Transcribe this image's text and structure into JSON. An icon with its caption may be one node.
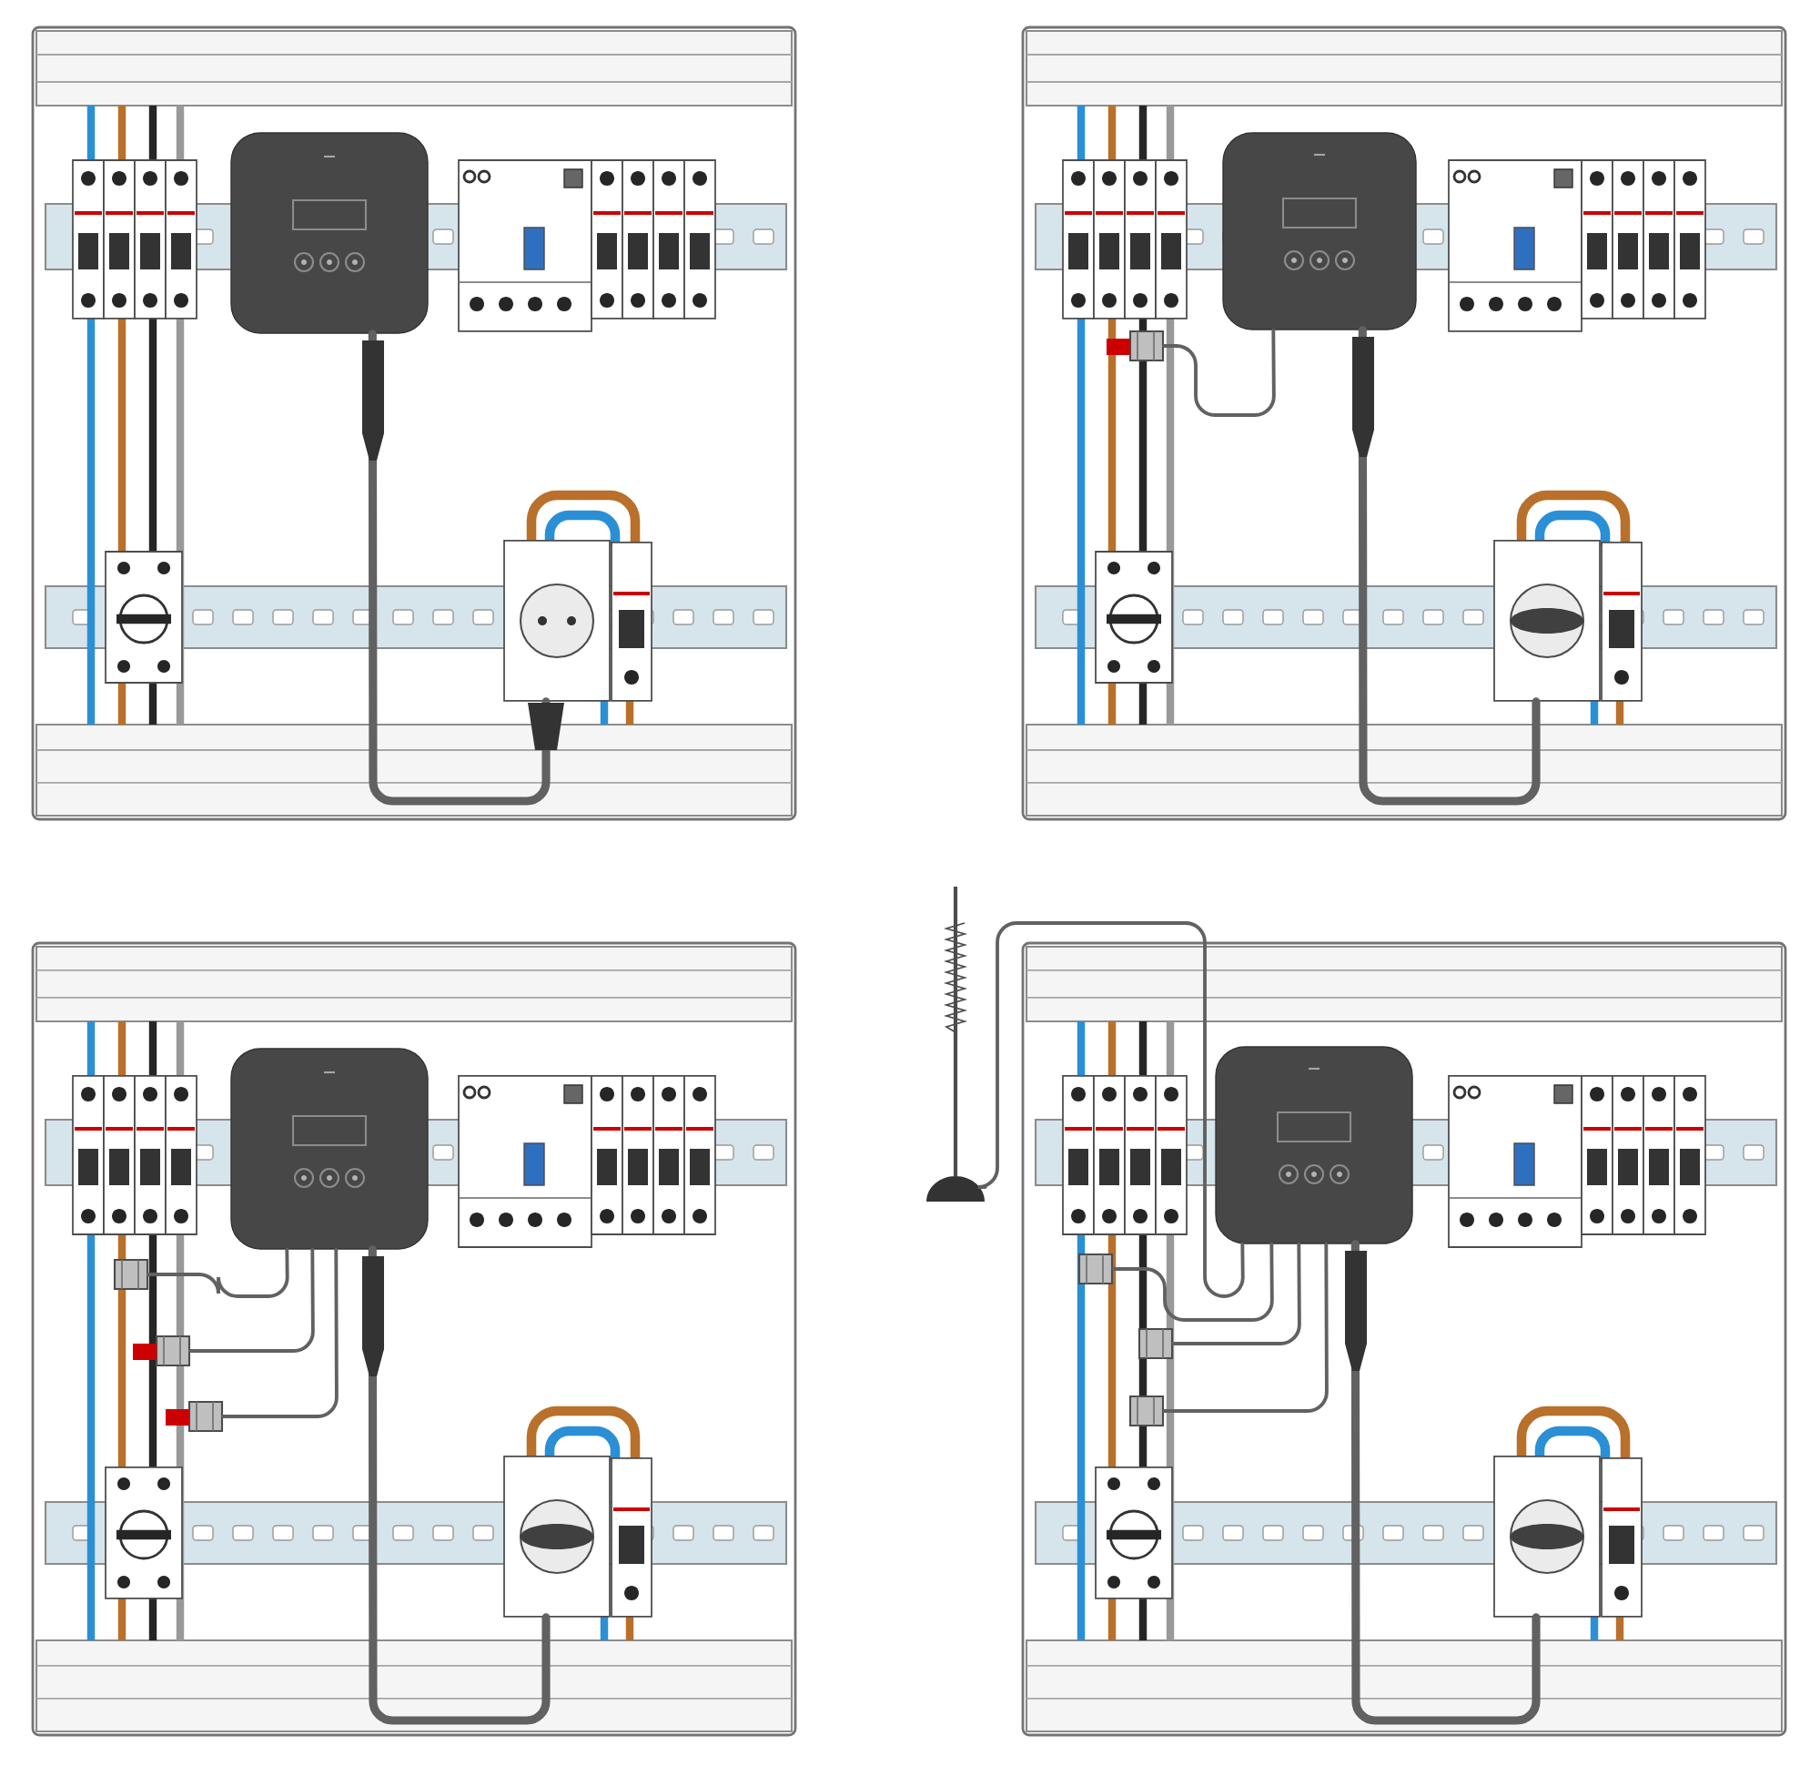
{
  "diagram": {
    "nodes": [
      {
        "text": [],
        "shape": "box"
      },
      {
        "text": [],
        "shape": "picture"
      },
      {
        "text": [],
        "shape": "box"
      },
      {
        "text": [],
        "shape": "picture"
      },
      {
        "text": [],
        "shape": "picture"
      },
      {
        "text": [],
        "shape": "box"
      },
      {
        "text": [],
        "shape": "picture"
      },
      {
        "text": [],
        "shape": "picture"
      },
      {
        "text": [],
        "shape": "picture"
      },
      {
        "text": [],
        "shape": "picture"
      },
      {
        "text": [],
        "shape": "picture"
      },
      {
        "text": [],
        "shape": "box"
      },
      {
        "text": [],
        "shape": "picture"
      },
      {
        "text": [],
        "shape": "picture"
      },
      {
        "text": [],
        "shape": "picture"
      },
      {
        "text": [],
        "shape": "picture"
      }
    ],
    "edges": [
      {
        "from": 0,
        "to": 1,
        "arrow": "none",
        "style": "thick"
      },
      {
        "from": 2,
        "to": 4,
        "arrow": "none",
        "style": "thick"
      },
      {
        "from": 3,
        "to": 2,
        "arrow": "none"
      },
      {
        "from": 5,
        "to": 9,
        "arrow": "none",
        "style": "thick"
      },
      {
        "from": 6,
        "to": 5,
        "arrow": "none"
      },
      {
        "from": 7,
        "to": 5,
        "arrow": "none"
      },
      {
        "from": 8,
        "to": 5,
        "arrow": "none"
      },
      {
        "from": 10,
        "to": 11,
        "arrow": "none"
      },
      {
        "from": 11,
        "to": 15,
        "arrow": "none",
        "style": "thick"
      },
      {
        "from": 12,
        "to": 11,
        "arrow": "none"
      },
      {
        "from": 13,
        "to": 11,
        "arrow": "none"
      },
      {
        "from": 14,
        "to": 11,
        "arrow": "none"
      }
    ]
  }
}
